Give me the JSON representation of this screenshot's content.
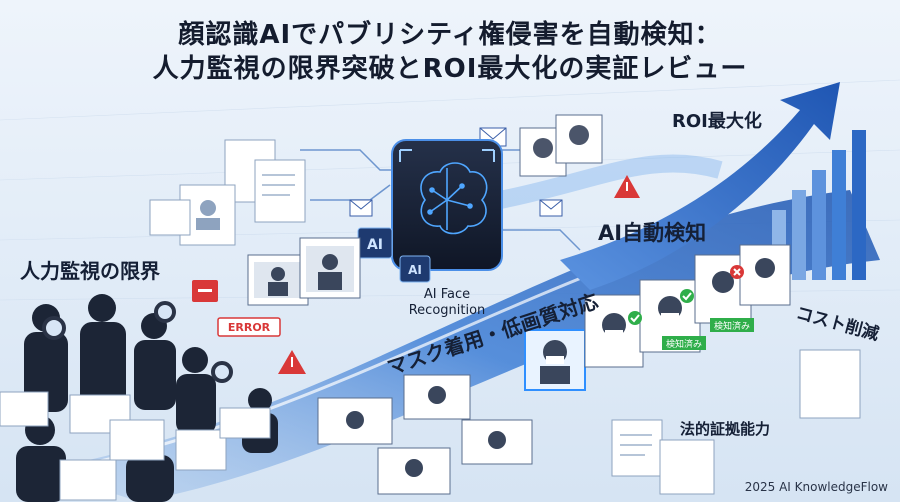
{
  "title_line1": "顔認識AIでパブリシティ権侵害を自動検知：",
  "title_line2": "人力監視の限界突破とROI最大化の実証レビュー",
  "labels": {
    "human_limit": "人力監視の限界",
    "ai_face_line1": "AI Face",
    "ai_face_line2": "Recognition",
    "mask_low_res": "マスク着用・低画質対応",
    "ai_auto_detect": "AI自動検知",
    "roi_max": "ROI最大化",
    "cost_cut": "コスト削減",
    "legal_evidence": "法的証拠能力"
  },
  "badges": {
    "ai_chip": "AI",
    "error_tag": "ERROR",
    "detected_1": "検知済み",
    "detected_2": "検知済み"
  },
  "credit": "2025 AI KnowledgeFlow",
  "colors": {
    "accent_blue": "#2f6fd0",
    "dark_navy": "#141c2e",
    "alert_red": "#d93838",
    "ok_green": "#2fae4a"
  }
}
